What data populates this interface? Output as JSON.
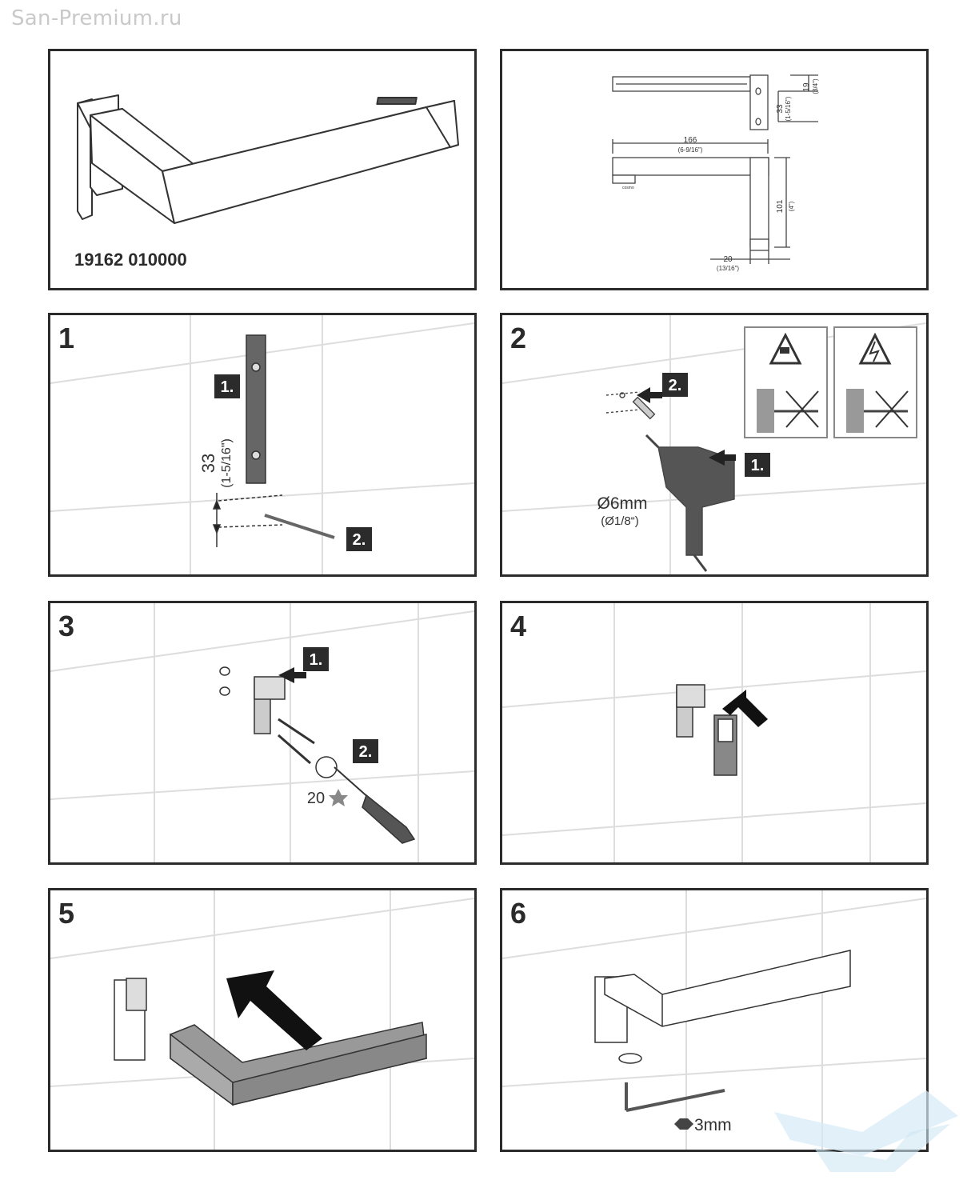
{
  "watermark": "San-Premium.ru",
  "product_number": "19162 010000",
  "dimensions": {
    "d19": "19",
    "d19_in": "(3/4\")",
    "d33": "33",
    "d33_in": "(1-5/16\")",
    "d166": "166",
    "d166_in": "(6-9/16\")",
    "d101": "101",
    "d101_in": "(4\")",
    "d20": "20",
    "d20_in": "(13/16\")",
    "brand_mark": "cosmo"
  },
  "steps": [
    {
      "number": "1",
      "tags": [
        "1.",
        "2."
      ],
      "dim": "33",
      "dim_in": "(1-5/16\")"
    },
    {
      "number": "2",
      "tags": [
        "1.",
        "2."
      ],
      "drill": "Ø6mm",
      "drill_in": "(Ø1/8“)",
      "warnings": [
        "water-pipe-warning-icon",
        "electric-warning-icon"
      ]
    },
    {
      "number": "3",
      "tags": [
        "1.",
        "2."
      ],
      "torx": "20"
    },
    {
      "number": "4"
    },
    {
      "number": "5"
    },
    {
      "number": "6",
      "hex": "3mm"
    }
  ]
}
